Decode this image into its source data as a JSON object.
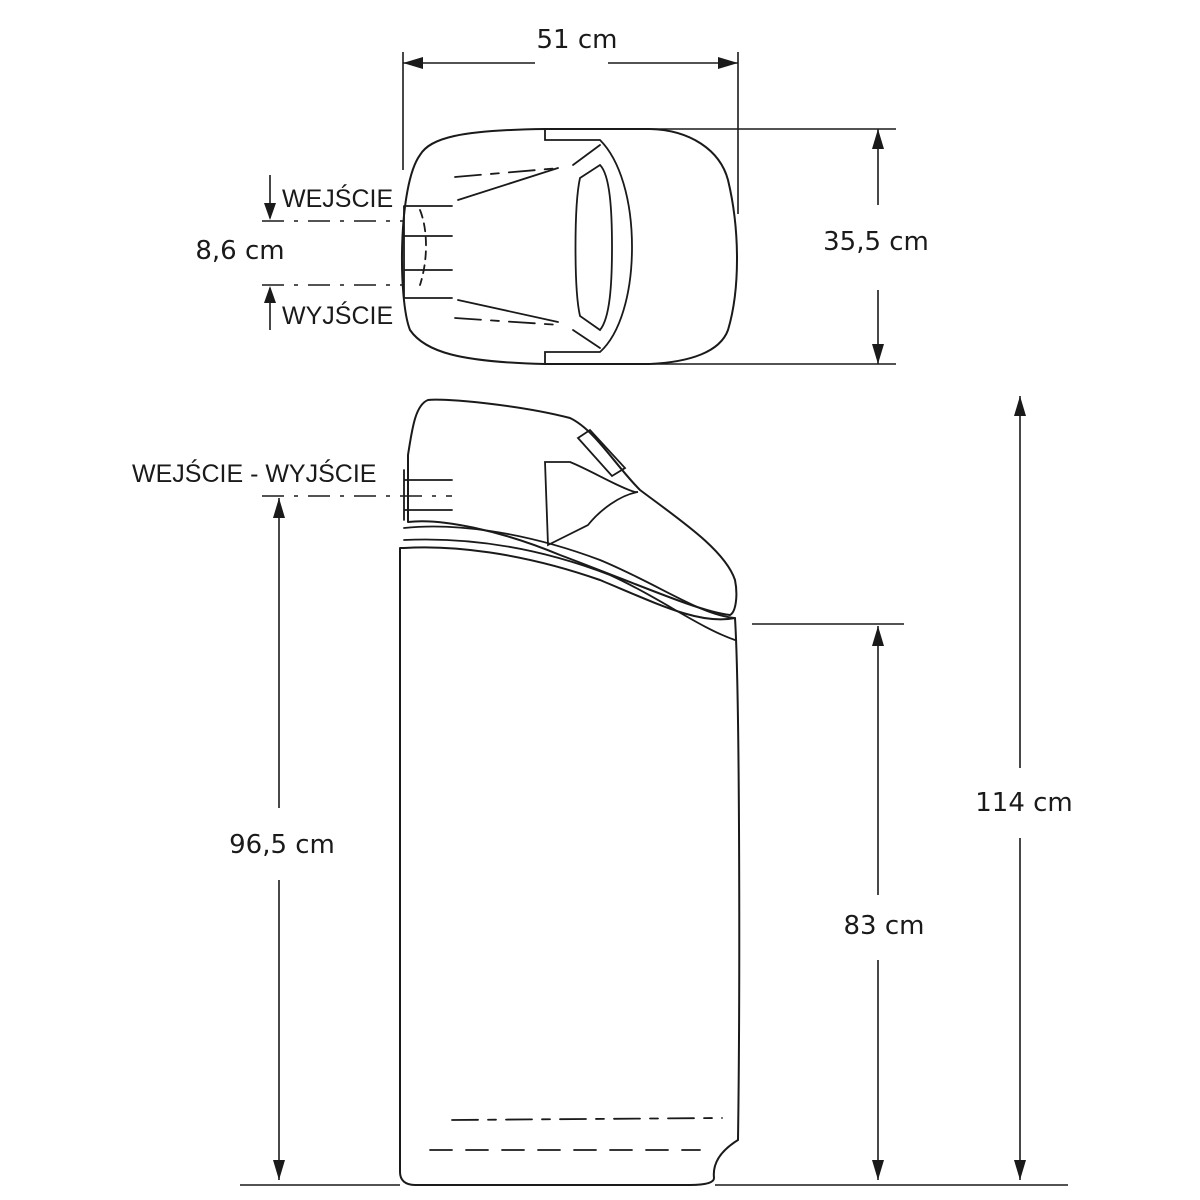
{
  "dimensions": {
    "width_top": "51 cm",
    "depth_top": "35,5 cm",
    "port_spacing": "8,6 cm",
    "total_height": "114 cm",
    "port_height": "96,5 cm",
    "lid_height": "83 cm"
  },
  "labels": {
    "inlet": "WEJŚCIE",
    "outlet": "WYJŚCIE",
    "inlet_outlet": "WEJŚCIE - WYJŚCIE"
  },
  "colors": {
    "line": "#1a1a1a",
    "background": "#ffffff"
  }
}
